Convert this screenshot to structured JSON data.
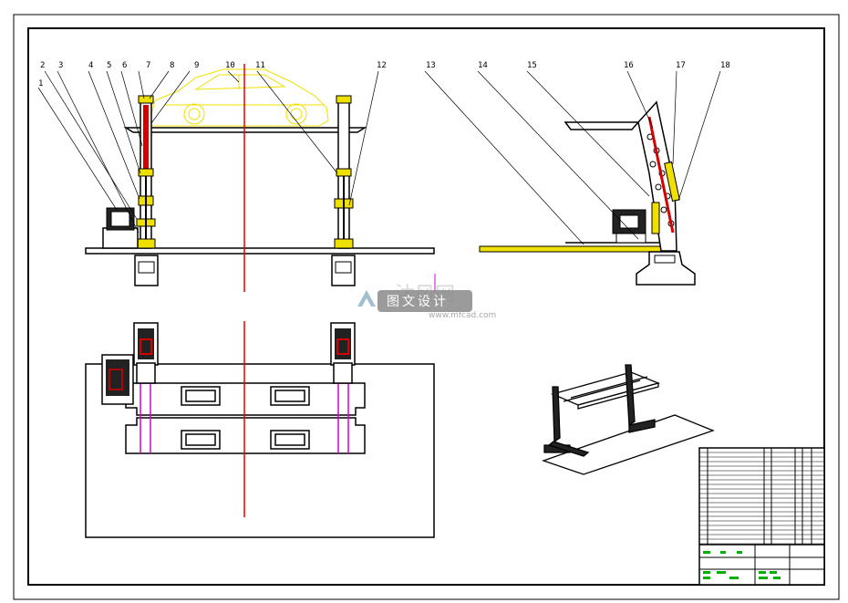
{
  "callouts": [
    "1",
    "2",
    "3",
    "4",
    "5",
    "6",
    "7",
    "8",
    "9",
    "10",
    "11",
    "12",
    "13",
    "14",
    "15",
    "16",
    "17",
    "18"
  ],
  "watermark": {
    "title": "图文设计",
    "site": "www.mfcad.com",
    "brand": "沐风网"
  },
  "colors": {
    "outline": "#000000",
    "centerline": "#e60000",
    "car": "#f0e000",
    "column_accent": "#d40000",
    "slot_lines": "#d400d4",
    "title_block_green": "#00b000"
  }
}
